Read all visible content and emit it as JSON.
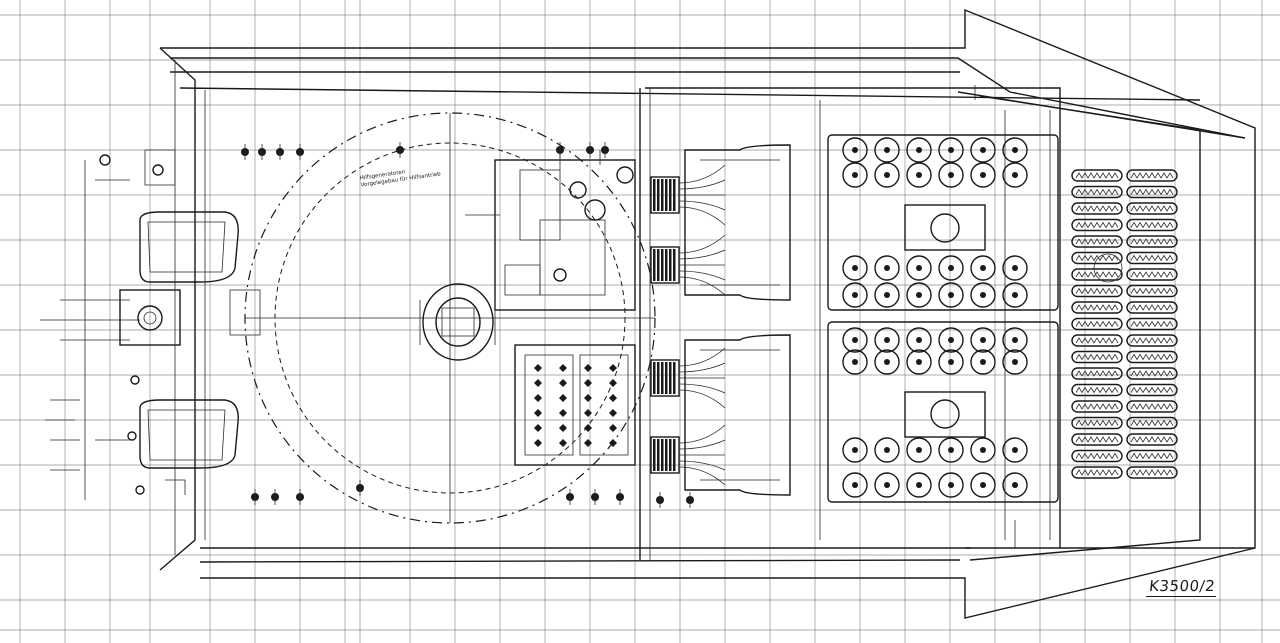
{
  "drawing": {
    "number": "K3500/2",
    "annotation_lines": [
      "Hilfsgeneratoren",
      "Vorgelegebau für Hilfsantrieb"
    ]
  },
  "palette": {
    "ink": "#1a1a1a",
    "paper": "#ffffff"
  },
  "symbols": {
    "grid": "construction-grid",
    "hull": "hull-outline",
    "turret": "turret-ring-dashed-circle",
    "engines": "engine-block-icon",
    "radiator": "radiator-coil-icon",
    "seats": "driver-seat-icon"
  }
}
